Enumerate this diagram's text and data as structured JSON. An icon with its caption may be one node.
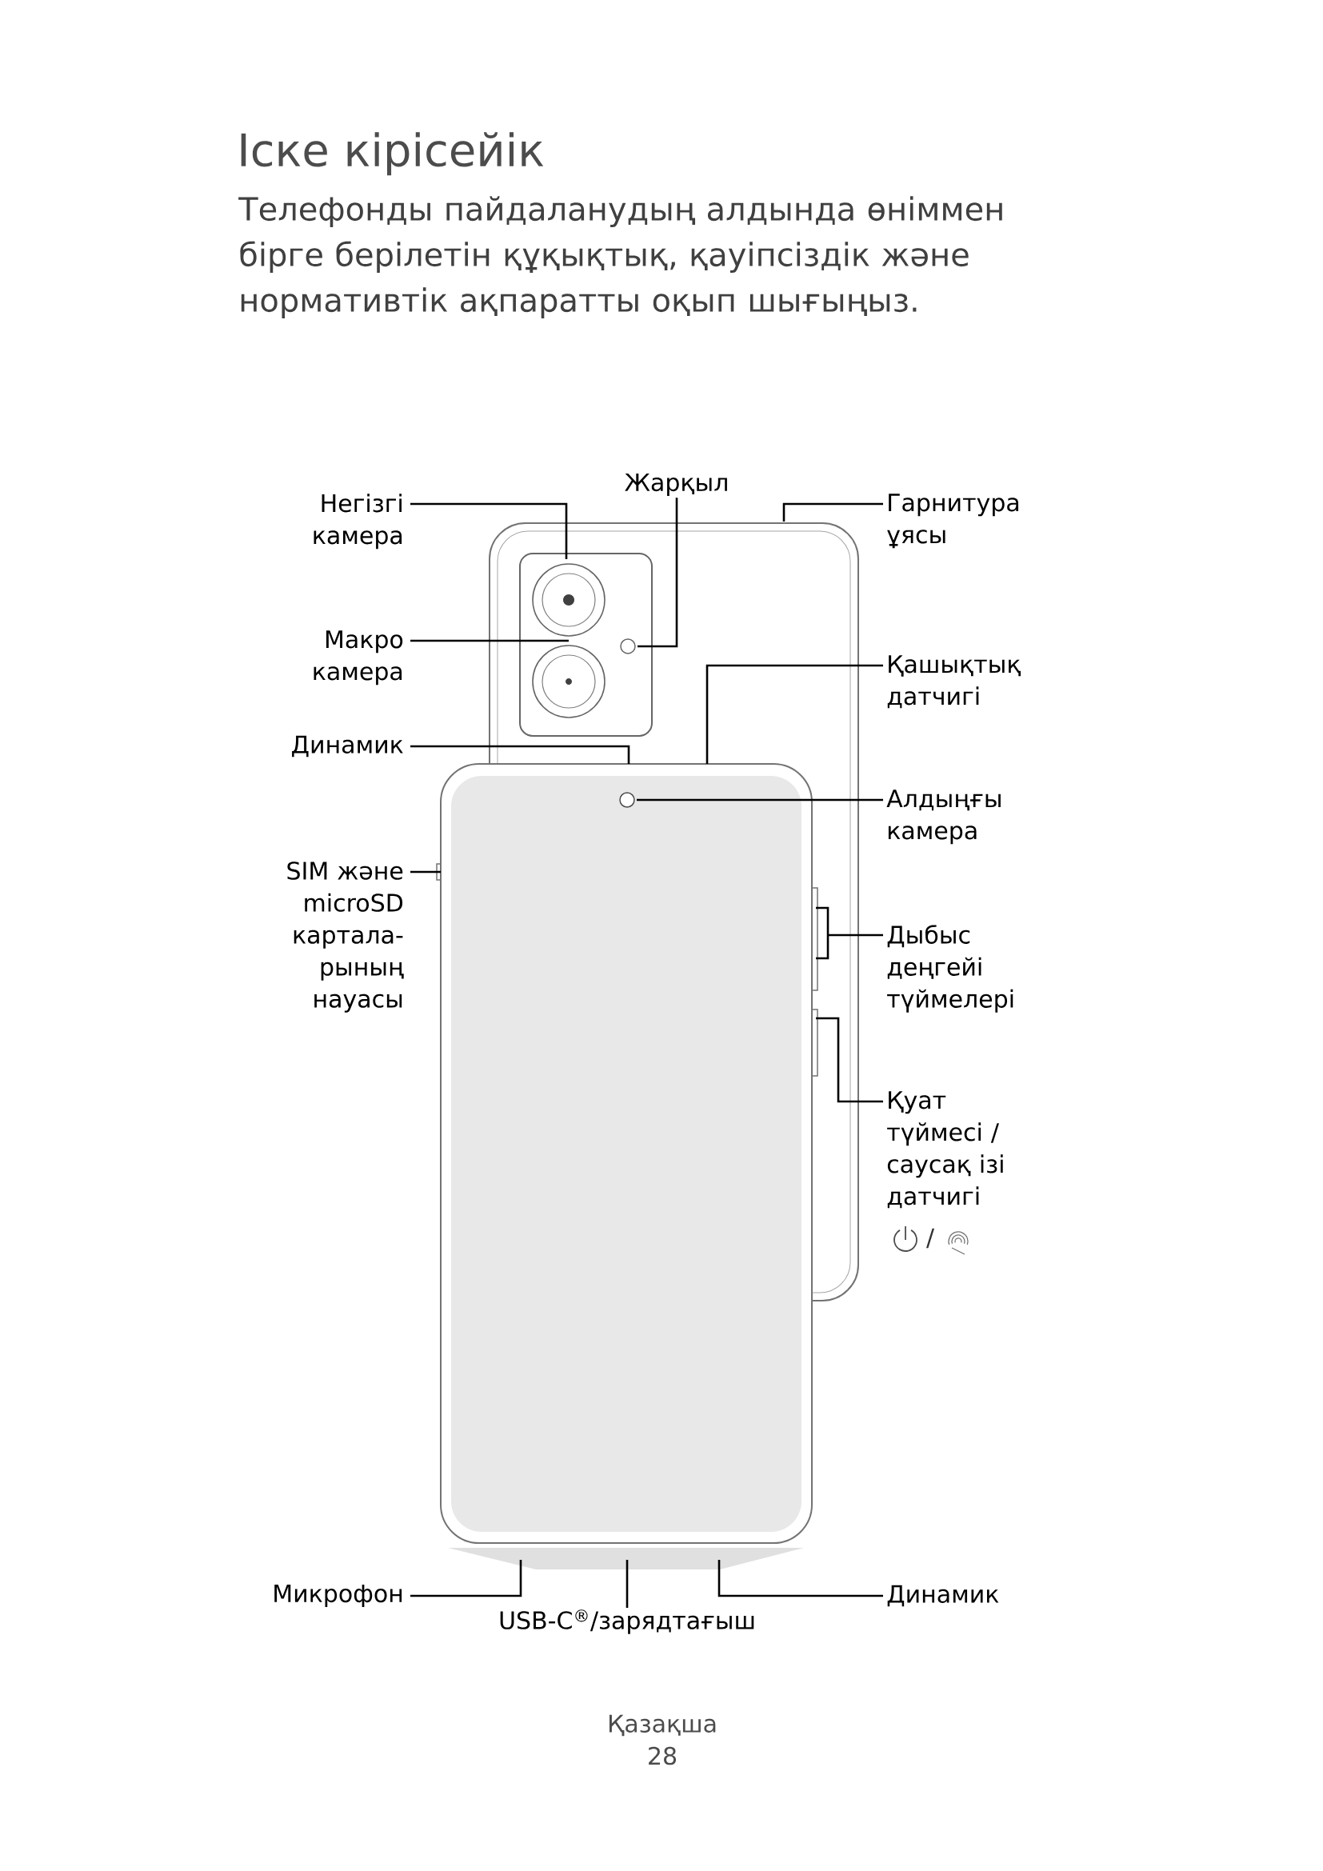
{
  "diagram": {
    "title": "Іске кірісейік",
    "nodes": [
      {
        "text": [
          "Негізгі камера"
        ]
      },
      {
        "text": [
          "Жарқыл"
        ]
      },
      {
        "text": [
          "Гарнитура ұясы"
        ]
      },
      {
        "text": [
          "Макро камера"
        ]
      },
      {
        "text": [
          "Қашықтық датчигі"
        ]
      },
      {
        "text": [
          "Динамик"
        ]
      },
      {
        "text": [
          "Алдыңғы камера"
        ]
      },
      {
        "text": [
          "SIM және microSD картала- рының науасы"
        ]
      },
      {
        "text": [
          "Дыбыс деңгейі түймелері"
        ]
      },
      {
        "text": [
          "Қуат түймесі / саусақ ізі датчигі"
        ]
      },
      {
        "text": [
          "Микрофон"
        ]
      },
      {
        "text": [
          "USB-C$^{®}$/зарядтағыш"
        ]
      },
      {
        "text": [
          "Динамик"
        ]
      }
    ],
    "edges": [
      {
        "from": 0,
        "to": null,
        "arrow": "none"
      },
      {
        "from": 1,
        "to": null,
        "arrow": "none"
      },
      {
        "from": 2,
        "to": null,
        "arrow": "none"
      },
      {
        "from": 3,
        "to": null,
        "arrow": "none"
      },
      {
        "from": 4,
        "to": null,
        "arrow": "none"
      },
      {
        "from": 5,
        "to": null,
        "arrow": "none"
      },
      {
        "from": 6,
        "to": null,
        "arrow": "none"
      },
      {
        "from": 7,
        "to": null,
        "arrow": "none"
      },
      {
        "from": 8,
        "to": null,
        "arrow": "none"
      },
      {
        "from": 9,
        "to": null,
        "arrow": "none"
      },
      {
        "from": 10,
        "to": null,
        "arrow": "none"
      },
      {
        "from": 11,
        "to": null,
        "arrow": "none"
      },
      {
        "from": 12,
        "to": null,
        "arrow": "none"
      }
    ],
    "labels": [
      "Телефонды пайдаланудың алдында өніммен бірге берілетін құқықтық, қауіпсіздік және нормативтік ақпаратты оқып шығыңыз.",
      "/",
      "Қазақша",
      "28"
    ]
  }
}
